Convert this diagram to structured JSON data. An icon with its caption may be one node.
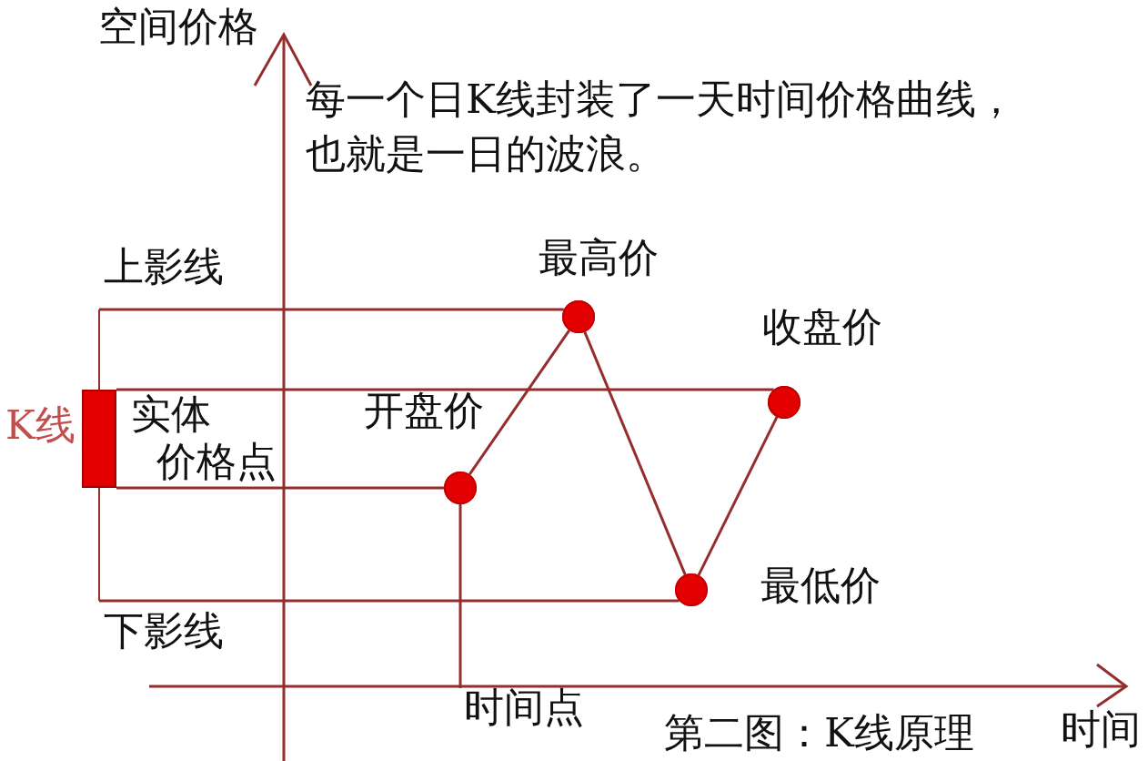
{
  "diagram": {
    "caption": "第二图：K线原理",
    "nodes": [
      {
        "text": [],
        "shape": "bar",
        "beside": [
          "K线",
          "实体"
        ]
      },
      {
        "text": [],
        "shape": "circle",
        "beside": [
          "开盘价"
        ]
      },
      {
        "text": [],
        "shape": "circle",
        "beside": [
          "最高价"
        ]
      },
      {
        "text": [],
        "shape": "circle",
        "beside": [
          "最低价"
        ]
      },
      {
        "text": [],
        "shape": "circle",
        "beside": [
          "收盘价"
        ]
      },
      {
        "text": [
          "时间点"
        ]
      }
    ],
    "edges": [
      {
        "from": 1,
        "to": 2,
        "arrow": "none"
      },
      {
        "from": 2,
        "to": 3,
        "arrow": "none"
      },
      {
        "from": 3,
        "to": 4,
        "arrow": "none"
      },
      {
        "from": 0,
        "to": 2,
        "arrow": "none"
      },
      {
        "from": 0,
        "to": 4,
        "arrow": "none"
      },
      {
        "from": 0,
        "to": 1,
        "arrow": "none"
      },
      {
        "from": 0,
        "to": 3,
        "arrow": "none"
      },
      {
        "from": 1,
        "to": 5,
        "arrow": "none"
      }
    ],
    "labels": [
      "空间价格",
      "每一个日K线封装了一天时间价格曲线，也就是一日的波浪。",
      "上影线",
      "价格点",
      "下影线",
      "时间"
    ]
  }
}
